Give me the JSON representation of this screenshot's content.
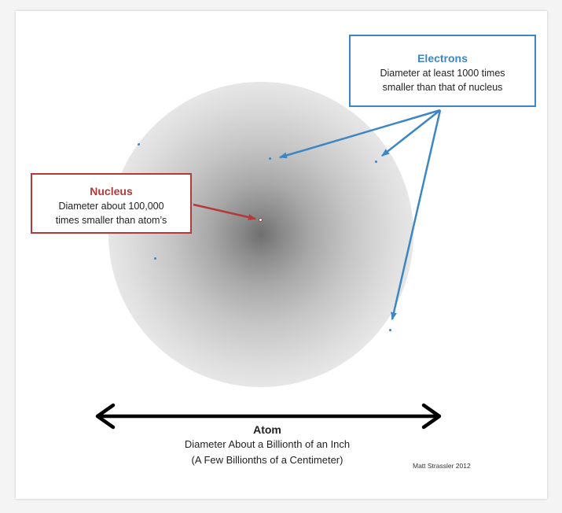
{
  "electrons_callout": {
    "title": "Electrons",
    "line1": "Diameter at least 1000 times",
    "line2": "smaller than that of nucleus"
  },
  "nucleus_callout": {
    "title": "Nucleus",
    "line1": "Diameter about 100,000",
    "line2": "times smaller than atom’s"
  },
  "atom_caption": {
    "title": "Atom",
    "line1": "Diameter About a Billionth of an Inch",
    "line2": "(A Few Billionths of a Centimeter)"
  },
  "credit": "Matt Strassler 2012",
  "colors": {
    "electron": "#3d86c6",
    "nucleus": "#b43a3a",
    "scale_arrow": "#000000"
  }
}
